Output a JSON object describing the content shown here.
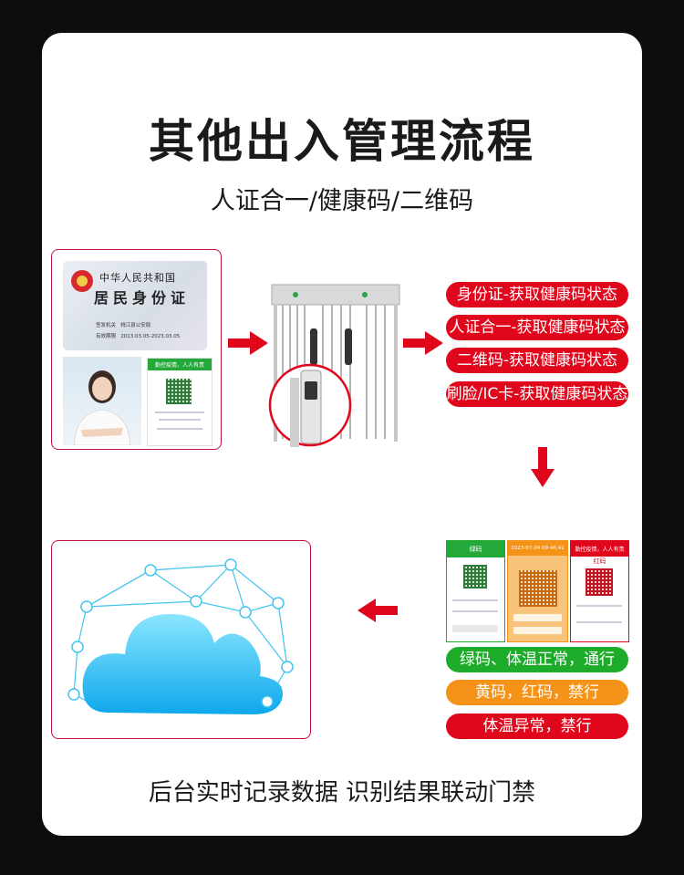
{
  "title": "其他出入管理流程",
  "subtitle": "人证合一/健康码/二维码",
  "id_card": {
    "country": "中华人民共和国",
    "name": "居民身份证",
    "issuer_label": "签发机关",
    "issuer_value": "桃江县公安局",
    "valid_label": "有效期限",
    "valid_value": "2013.03.05-2023.03.05"
  },
  "health_card": {
    "header": "勤控疫情，人人有责"
  },
  "methods": [
    "身份证-获取健康码状态",
    "人证合一-获取健康码状态",
    "二维码-获取健康码状态",
    "刷脸/IC卡-获取健康码状态"
  ],
  "phones": {
    "green_label": "绿码",
    "orange_time": "2023-07-24 09:46:42",
    "red_header": "勤控疫情，人人有责",
    "red_label": "红码"
  },
  "results": [
    {
      "label": "绿码、体温正常，通行",
      "color": "#1dac2a"
    },
    {
      "label": "黄码，红码，禁行",
      "color": "#f49318"
    },
    {
      "label": "体温异常，禁行",
      "color": "#e0061c"
    }
  ],
  "footer": "后台实时记录数据  识别结果联动门禁",
  "colors": {
    "accent_red": "#e0061c",
    "border": "#c2113a",
    "cloud_blue": "#18b7ef"
  }
}
